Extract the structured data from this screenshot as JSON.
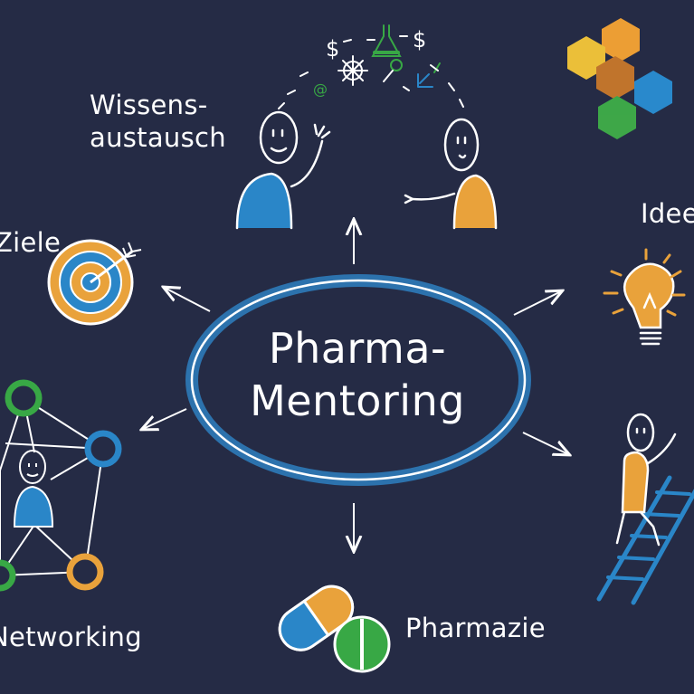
{
  "diagram": {
    "center": {
      "line1": "Pharma-",
      "line2": "Mentoring"
    },
    "labels": {
      "wissen_line1": "Wissens-",
      "wissen_line2": "austausch",
      "ziele": "Ziele",
      "ideen": "Ideen",
      "networking": "Networking",
      "pharmazie": "Pharmazie"
    }
  },
  "colors": {
    "background": "#252b45",
    "ellipse_blue": "#2e7fc0",
    "orange": "#e9a23b",
    "green": "#38a845",
    "blue": "#2a86c8",
    "line": "#ffffff"
  },
  "icons": [
    "target-icon",
    "lightbulb-icon",
    "ladder-icon",
    "pill-icon",
    "network-icon",
    "logo-hexagons-icon"
  ]
}
